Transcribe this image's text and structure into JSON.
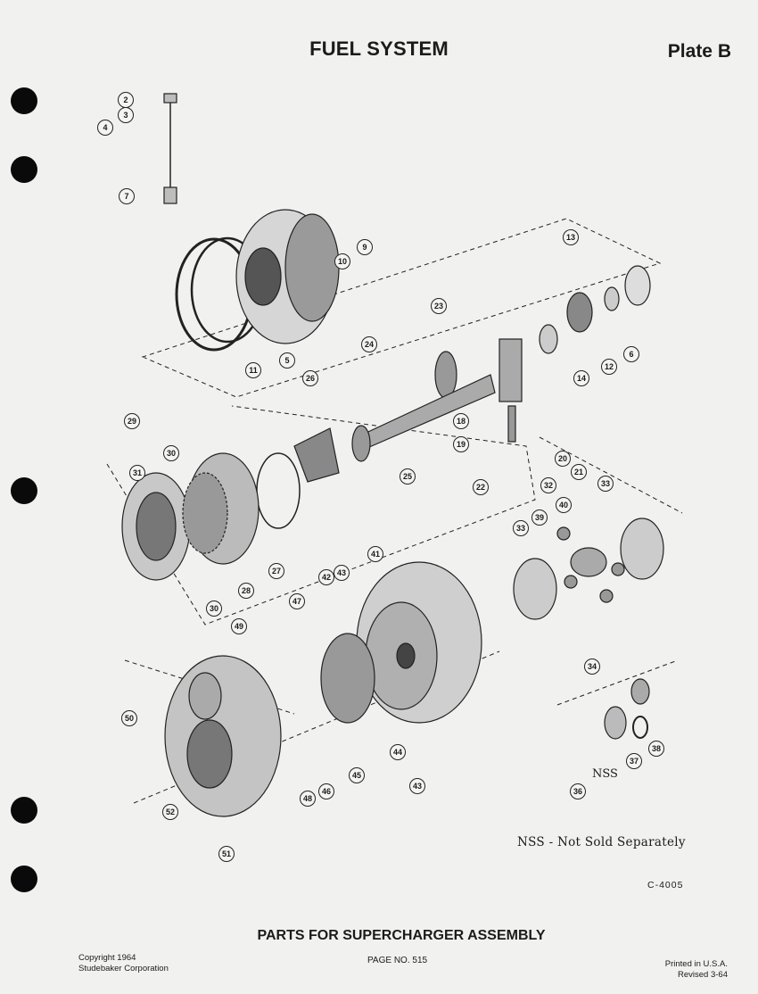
{
  "header": {
    "title": "FUEL SYSTEM",
    "plate": "Plate B"
  },
  "callouts": [
    "2",
    "3",
    "4",
    "7",
    "9",
    "10",
    "11",
    "5",
    "13",
    "6",
    "12",
    "23",
    "24",
    "14",
    "26",
    "29",
    "30",
    "31",
    "18",
    "19",
    "20",
    "21",
    "22",
    "25",
    "32",
    "33",
    "33",
    "39",
    "40",
    "27",
    "28",
    "30",
    "41",
    "42",
    "43",
    "47",
    "49",
    "34",
    "50",
    "44",
    "43",
    "45",
    "46",
    "48",
    "37",
    "38",
    "36",
    "52",
    "51"
  ],
  "labels": {
    "nss": "NSS"
  },
  "notes": {
    "nss_note": "NSS - Not Sold Separately",
    "drawing_code": "C-4005"
  },
  "footer": {
    "subtitle": "PARTS FOR SUPERCHARGER ASSEMBLY",
    "copyright_line1": "Copyright 1964",
    "copyright_line2": "Studebaker Corporation",
    "page_no": "PAGE NO. 515",
    "printed_line1": "Printed in U.S.A.",
    "printed_line2": "Revised 3-64"
  }
}
